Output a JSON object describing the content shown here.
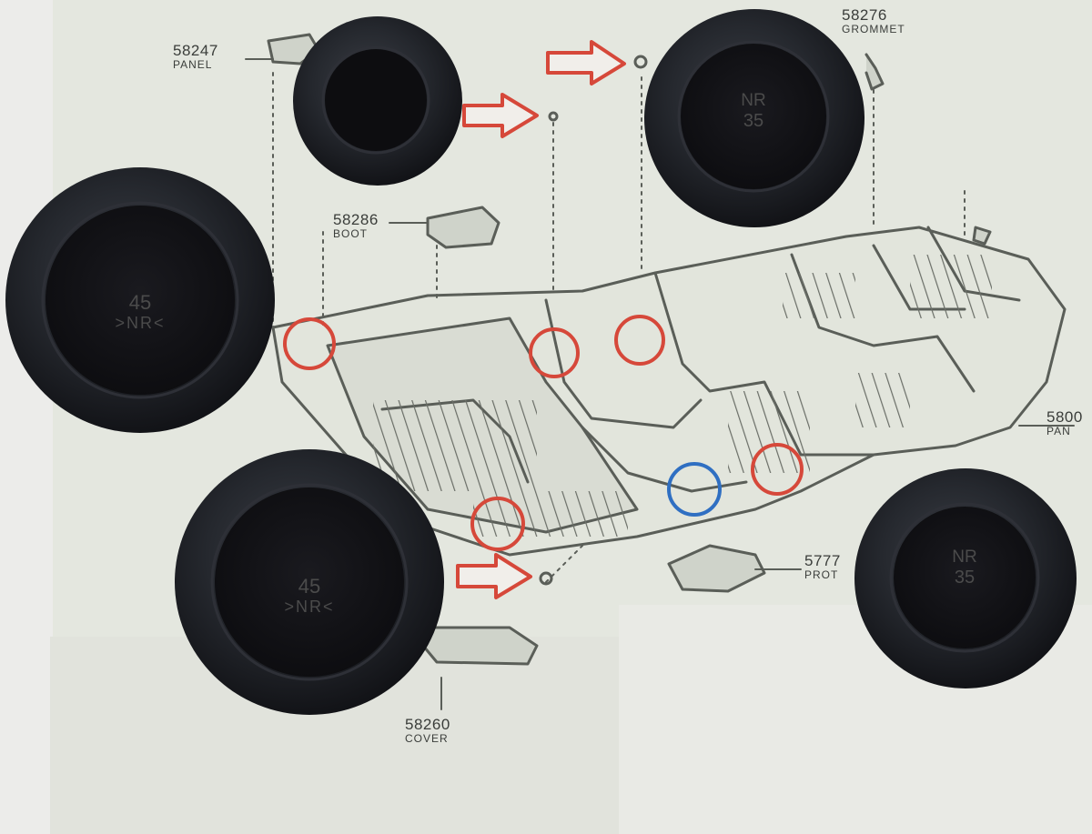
{
  "diagram_labels": [
    {
      "id": "58247",
      "number": "58247",
      "name": "PANEL"
    },
    {
      "id": "58276",
      "number": "58276",
      "name": "GROMMET"
    },
    {
      "id": "58286",
      "number": "58286",
      "name": "BOOT"
    },
    {
      "id": "5800",
      "number": "5800",
      "name": "PAN"
    },
    {
      "id": "5777",
      "number": "5777",
      "name": "PROT"
    },
    {
      "id": "58260",
      "number": "58260",
      "name": "COVER"
    }
  ],
  "grommet_stamps": [
    {
      "id": "left-large",
      "line1": "45",
      "line2": ">NR<"
    },
    {
      "id": "bottom-large",
      "line1": "45",
      "line2": ">NR<"
    },
    {
      "id": "top-right",
      "line1": "NR",
      "line2": "35"
    },
    {
      "id": "bottom-right",
      "line1": "NR",
      "line2": "35"
    }
  ],
  "colors": {
    "paper_light": "#dcdcd6",
    "paper_print": "#e6e9e1",
    "line_art": "#5a5e58",
    "rubber": "#1d1f24",
    "rubber_highlight": "#3a3d44",
    "marker_red": "#d6483a",
    "marker_blue": "#2f6fc2"
  }
}
